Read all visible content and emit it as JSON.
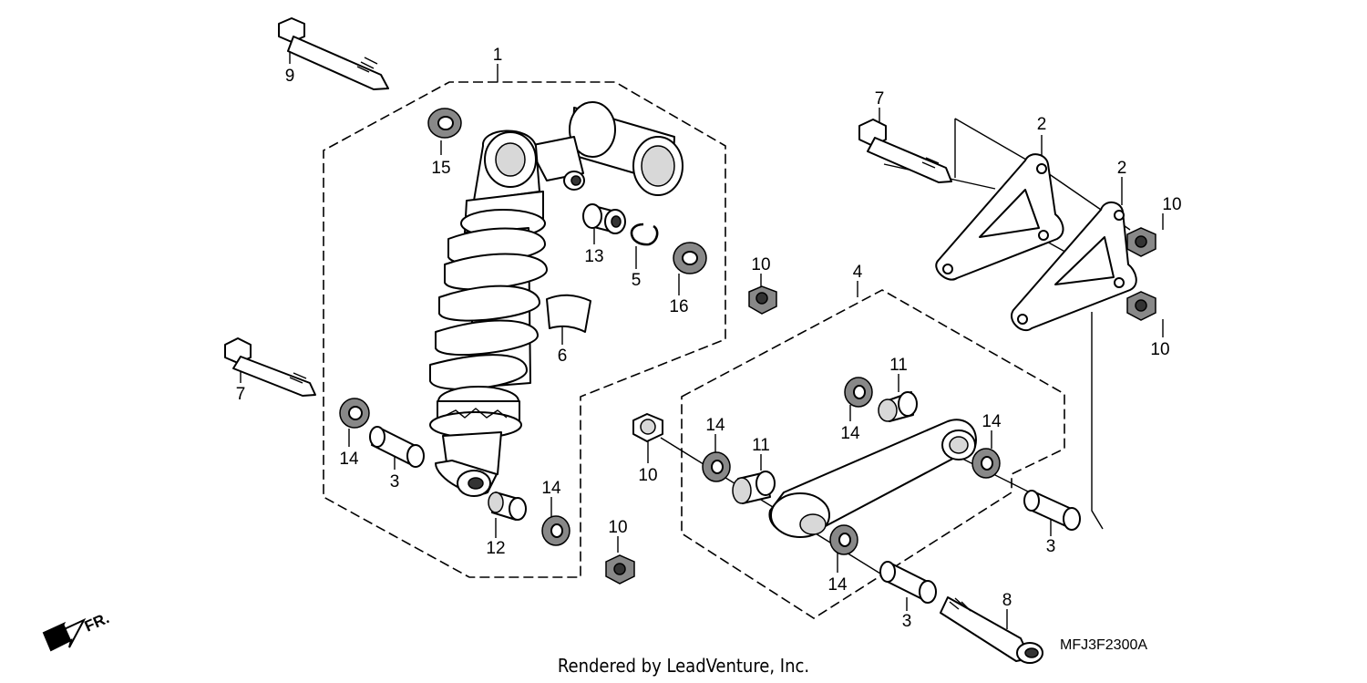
{
  "callouts": [
    {
      "id": "c-1",
      "text": "1"
    },
    {
      "id": "c-2a",
      "text": "2"
    },
    {
      "id": "c-2b",
      "text": "2"
    },
    {
      "id": "c-3a",
      "text": "3"
    },
    {
      "id": "c-3b",
      "text": "3"
    },
    {
      "id": "c-3c",
      "text": "3"
    },
    {
      "id": "c-4",
      "text": "4"
    },
    {
      "id": "c-5",
      "text": "5"
    },
    {
      "id": "c-6",
      "text": "6"
    },
    {
      "id": "c-7a",
      "text": "7"
    },
    {
      "id": "c-7b",
      "text": "7"
    },
    {
      "id": "c-8",
      "text": "8"
    },
    {
      "id": "c-9",
      "text": "9"
    },
    {
      "id": "c-10a",
      "text": "10"
    },
    {
      "id": "c-10b",
      "text": "10"
    },
    {
      "id": "c-10c",
      "text": "10"
    },
    {
      "id": "c-10d",
      "text": "10"
    },
    {
      "id": "c-10e",
      "text": "10"
    },
    {
      "id": "c-11a",
      "text": "11"
    },
    {
      "id": "c-11b",
      "text": "11"
    },
    {
      "id": "c-12",
      "text": "12"
    },
    {
      "id": "c-13",
      "text": "13"
    },
    {
      "id": "c-14a",
      "text": "14"
    },
    {
      "id": "c-14b",
      "text": "14"
    },
    {
      "id": "c-14c",
      "text": "14"
    },
    {
      "id": "c-14d",
      "text": "14"
    },
    {
      "id": "c-14e",
      "text": "14"
    },
    {
      "id": "c-14f",
      "text": "14"
    },
    {
      "id": "c-15",
      "text": "15"
    },
    {
      "id": "c-16",
      "text": "16"
    }
  ],
  "direction_label": "FR.",
  "diagram_code": "MFJ3F2300A",
  "footer": "Rendered by LeadVenture, Inc."
}
